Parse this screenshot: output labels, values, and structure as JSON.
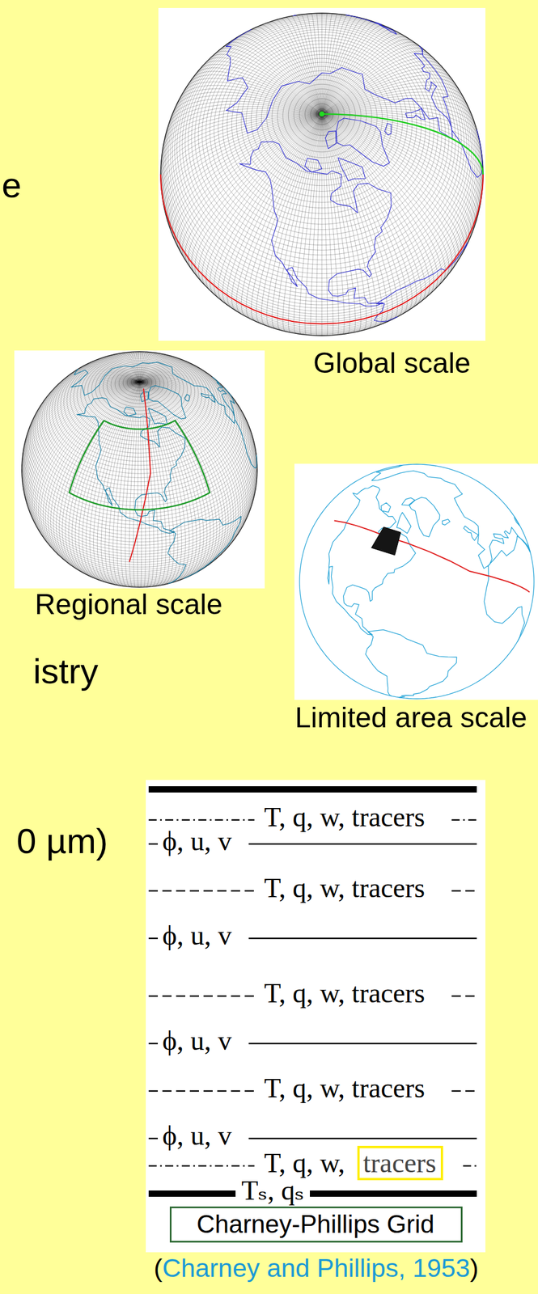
{
  "diagram": {
    "nodes": [
      {
        "text": [
          "tracers"
        ]
      },
      {
        "text": [
          "Charney-Phillips Grid"
        ]
      }
    ],
    "labels": [
      "e",
      "Global scale",
      "Regional scale",
      "istry",
      "Limited area scale",
      "T, q, w, tracers",
      "ϕ, u, v",
      "0 µm)",
      "T, q, w, tracers",
      "ϕ, u, v",
      "T, q, w, tracers",
      "ϕ, u, v",
      "T, q, w, tracers",
      "ϕ, u, v",
      "T, q, w,",
      "Tₛ, qₛ",
      "(",
      "Charney and Phillips, 1953",
      ")"
    ]
  }
}
